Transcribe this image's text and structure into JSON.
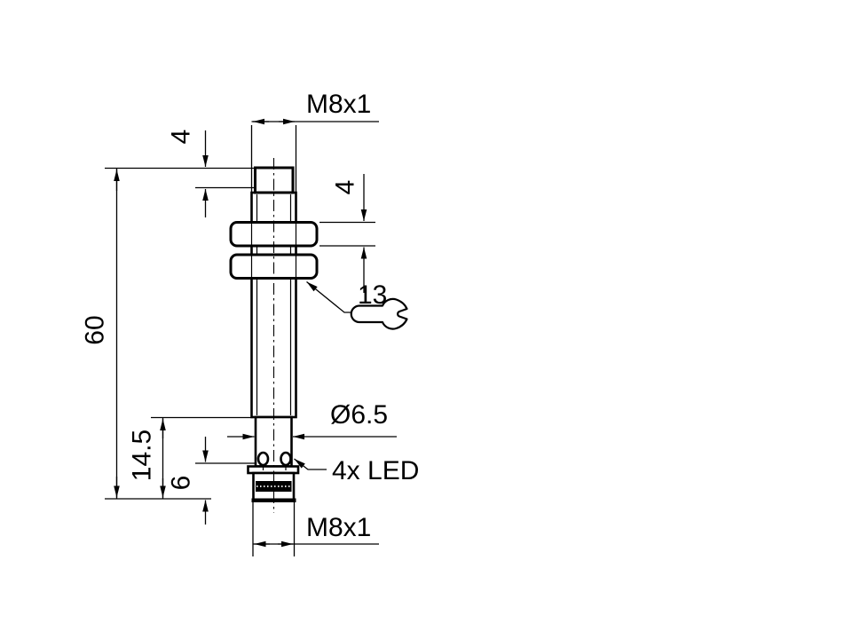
{
  "figure": {
    "type": "technical-dimension-drawing",
    "subject": "M8 threaded cylindrical sensor with two hex nuts, LED ring and connector",
    "background_color": "#ffffff",
    "line_color": "#000000"
  },
  "labels": {
    "thread_top": "M8x1",
    "cap_height": "4",
    "nut_height": "4",
    "overall_length": "60",
    "wrench_size": "13",
    "diameter": "Ø6.5",
    "rear_length": "14.5",
    "connector_length": "6",
    "led_note": "4x LED",
    "thread_bottom": "M8x1"
  },
  "icons": {
    "wrench": "open-end-wrench-icon"
  }
}
